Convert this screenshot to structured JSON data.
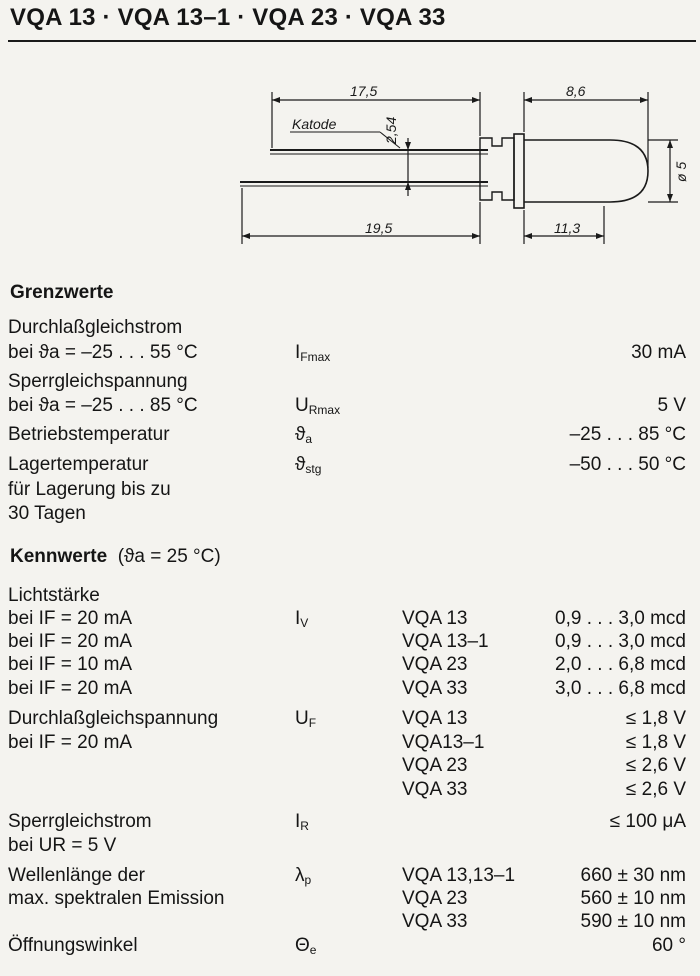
{
  "title": "VQA 13 · VQA 13–1 · VQA 23 · VQA 33",
  "drawing": {
    "dim_17_5": "17,5",
    "dim_8_6": "8,6",
    "dim_2_54": "2,54",
    "dim_phi5": "ø 5",
    "dim_19_5": "19,5",
    "dim_11_3": "11,3",
    "katode": "Katode"
  },
  "grenzwerte": {
    "heading": "Grenzwerte",
    "rows": [
      {
        "label": "Durchlaßgleichstrom",
        "sym": "",
        "sub": "",
        "val": ""
      },
      {
        "label": "bei ϑa = –25 . . . 55 °C",
        "sym": "I",
        "sub": "Fmax",
        "val": "30  mA"
      },
      {
        "label": "Sperrgleichspannung",
        "sym": "",
        "sub": "",
        "val": ""
      },
      {
        "label": "bei ϑa = –25 . . . 85 °C",
        "sym": "U",
        "sub": "Rmax",
        "val": "5  V"
      },
      {
        "label": "Betriebstemperatur",
        "sym": "ϑ",
        "sub": "a",
        "val": "–25 . . . 85  °C"
      },
      {
        "label": "Lagertemperatur",
        "sym": "ϑ",
        "sub": "stg",
        "val": "–50 . . . 50  °C"
      },
      {
        "label": "für Lagerung bis zu",
        "sym": "",
        "sub": "",
        "val": ""
      },
      {
        "label": "30 Tagen",
        "sym": "",
        "sub": "",
        "val": ""
      }
    ]
  },
  "kennwerte": {
    "heading": "Kennwerte",
    "condition": "(ϑa = 25 °C)",
    "rows": [
      {
        "label": "Lichtstärke",
        "sym": "",
        "sub": "",
        "type": "",
        "val": ""
      },
      {
        "label": "bei IF = 20 mA",
        "sym": "I",
        "sub": "V",
        "type": "VQA 13",
        "val": "0,9 . . . 3,0  mcd"
      },
      {
        "label": "bei IF = 20 mA",
        "sym": "",
        "sub": "",
        "type": "VQA 13–1",
        "val": "0,9 . . . 3,0  mcd"
      },
      {
        "label": "bei IF = 10 mA",
        "sym": "",
        "sub": "",
        "type": "VQA 23",
        "val": "2,0 . . . 6,8  mcd"
      },
      {
        "label": "bei IF = 20 mA",
        "sym": "",
        "sub": "",
        "type": "VQA 33",
        "val": "3,0 . . . 6,8  mcd"
      },
      {
        "label": "Durchlaßgleichspannung",
        "sym": "U",
        "sub": "F",
        "type": "VQA 13",
        "val": "≤ 1,8  V"
      },
      {
        "label": "bei IF = 20 mA",
        "sym": "",
        "sub": "",
        "type": "VQA13–1",
        "val": "≤ 1,8  V"
      },
      {
        "label": "",
        "sym": "",
        "sub": "",
        "type": "VQA 23",
        "val": "≤ 2,6  V"
      },
      {
        "label": "",
        "sym": "",
        "sub": "",
        "type": "VQA 33",
        "val": "≤ 2,6  V"
      },
      {
        "label": "Sperrgleichstrom",
        "sym": "I",
        "sub": "R",
        "type": "",
        "val": "≤ 100  μA"
      },
      {
        "label": "bei UR = 5 V",
        "sym": "",
        "sub": "",
        "type": "",
        "val": ""
      },
      {
        "label": "Wellenlänge der",
        "sym": "λ",
        "sub": "p",
        "type": "VQA 13,13–1",
        "val": "660 ± 30  nm"
      },
      {
        "label": "max. spektralen Emission",
        "sym": "",
        "sub": "",
        "type": "VQA 23",
        "val": "560 ± 10  nm"
      },
      {
        "label": "",
        "sym": "",
        "sub": "",
        "type": "VQA 33",
        "val": "590 ± 10  nm"
      },
      {
        "label": "Öffnungswinkel",
        "sym": "Θ",
        "sub": "e",
        "type": "",
        "val": "60  °"
      }
    ]
  }
}
